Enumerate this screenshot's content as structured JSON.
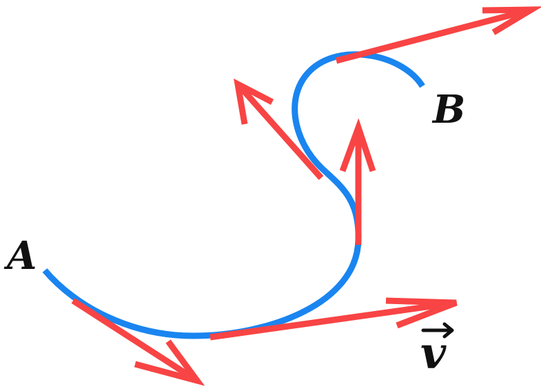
{
  "labels": {
    "start": "A",
    "end": "B",
    "velocity": "v"
  },
  "colors": {
    "path": "#1a85f0",
    "vector": "#f84444",
    "text": "#111111"
  }
}
